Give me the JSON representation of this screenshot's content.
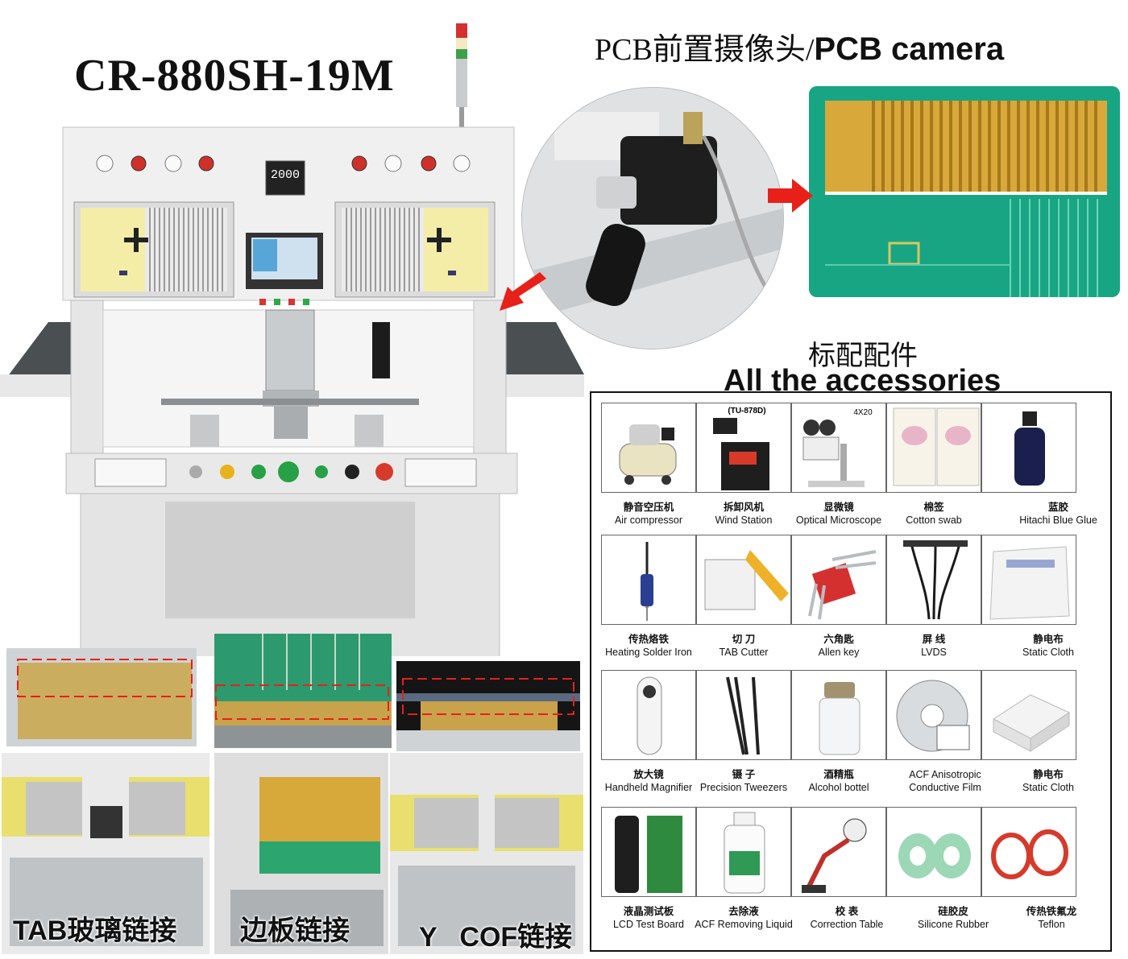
{
  "model_title": "CR-880SH-19M",
  "camera_title": {
    "cn": "PCB前置摄像头/",
    "en": "PCB camera"
  },
  "controller_display": "2000",
  "accessories_title": {
    "cn": "标配配件",
    "en": "All the accessories"
  },
  "accessories": [
    {
      "cn": "静音空压机",
      "en": "Air compressor"
    },
    {
      "cn": "拆卸风机",
      "en": "Wind Station"
    },
    {
      "cn": "显微镜",
      "en": "Optical Microscope"
    },
    {
      "cn": "棉签",
      "en": "Cotton swab"
    },
    {
      "cn": "蓝胶",
      "en": "Hitachi Blue Glue"
    },
    {
      "cn": "传热烙铁",
      "en": "Heating Solder Iron"
    },
    {
      "cn": "切 刀",
      "en": "TAB Cutter"
    },
    {
      "cn": "六角匙",
      "en": "Allen key"
    },
    {
      "cn": "屏 线",
      "en": "LVDS"
    },
    {
      "cn": "静电布",
      "en": "Static Cloth"
    },
    {
      "cn": "放大镜",
      "en": "Handheld Magnifier"
    },
    {
      "cn": "镊 子",
      "en": "Precision Tweezers"
    },
    {
      "cn": "酒精瓶",
      "en": "Alcohol bottel"
    },
    {
      "cn": "ACF Anisotropic",
      "en": "Conductive Film"
    },
    {
      "cn": "静电布",
      "en": "Static Cloth"
    },
    {
      "cn": "液晶测试板",
      "en": "LCD  Test Board"
    },
    {
      "cn": "去除液",
      "en": "ACF Removing Liquid"
    },
    {
      "cn": "校 表",
      "en": "Correction Table"
    },
    {
      "cn": "硅胶皮",
      "en": "Silicone Rubber"
    },
    {
      "cn": "传热铁氟龙",
      "en": "Teflon"
    }
  ],
  "wind_station_label": "(TU-878D)",
  "microscope_label": "4X20",
  "bonding_labels": [
    "TAB玻璃链接",
    "边板链接",
    "Y   COF链接"
  ],
  "colors": {
    "accent_red": "#e8201a",
    "pcb_green": "#1aa887",
    "gold": "#d7a93a"
  }
}
